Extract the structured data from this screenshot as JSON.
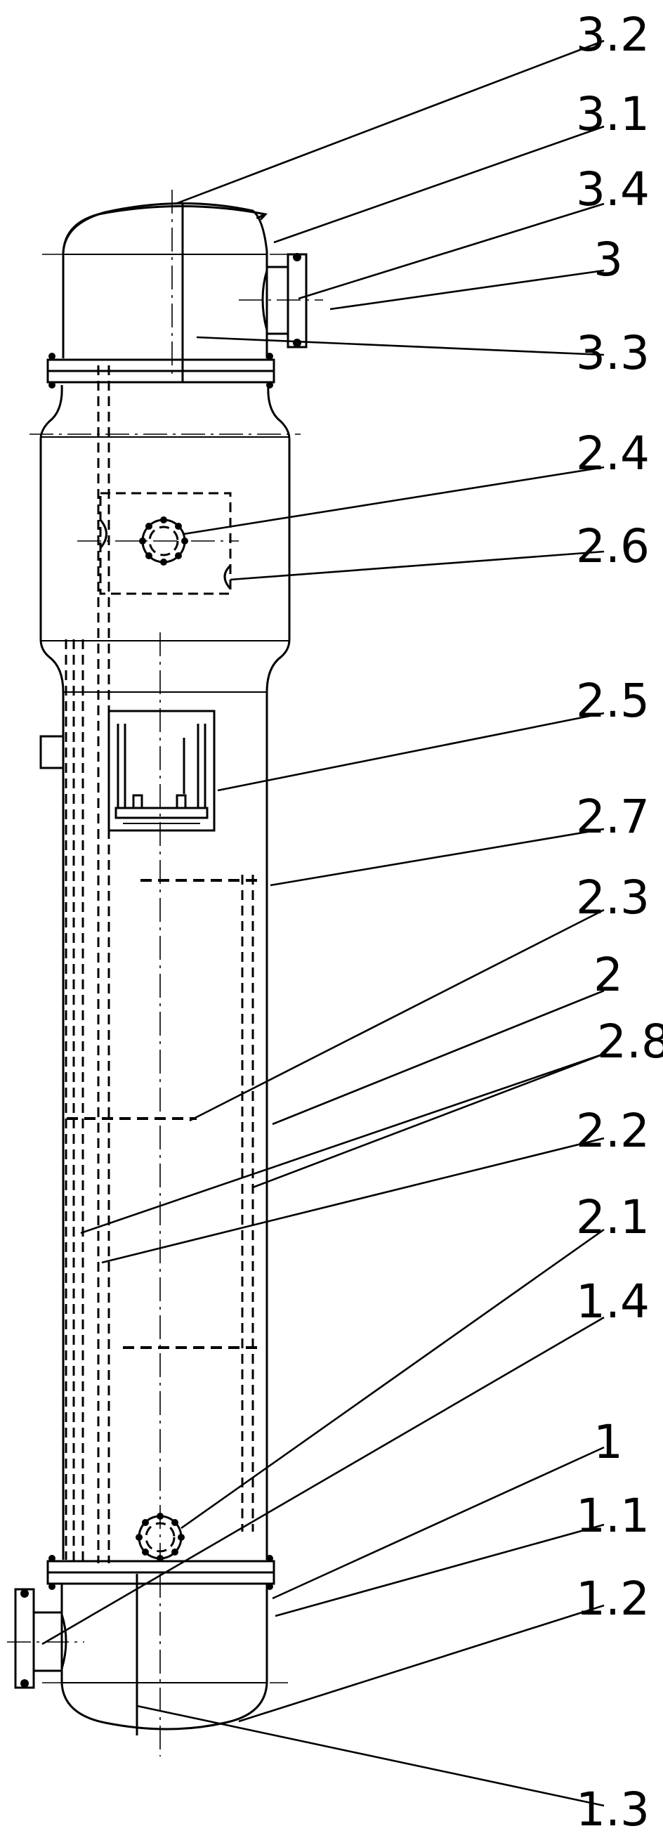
{
  "diagram": {
    "labels": {
      "l3_2": "3.2",
      "l3_1": "3.1",
      "l3_4": "3.4",
      "l3": "3",
      "l3_3": "3.3",
      "l2_4": "2.4",
      "l2_6": "2.6",
      "l2_5": "2.5",
      "l2_7": "2.7",
      "l2_3": "2.3",
      "l2": "2",
      "l2_8": "2.8",
      "l2_2": "2.2",
      "l2_1": "2.1",
      "l1_4": "1.4",
      "l1": "1",
      "l1_1": "1.1",
      "l1_2": "1.2",
      "l1_3": "1.3"
    }
  }
}
